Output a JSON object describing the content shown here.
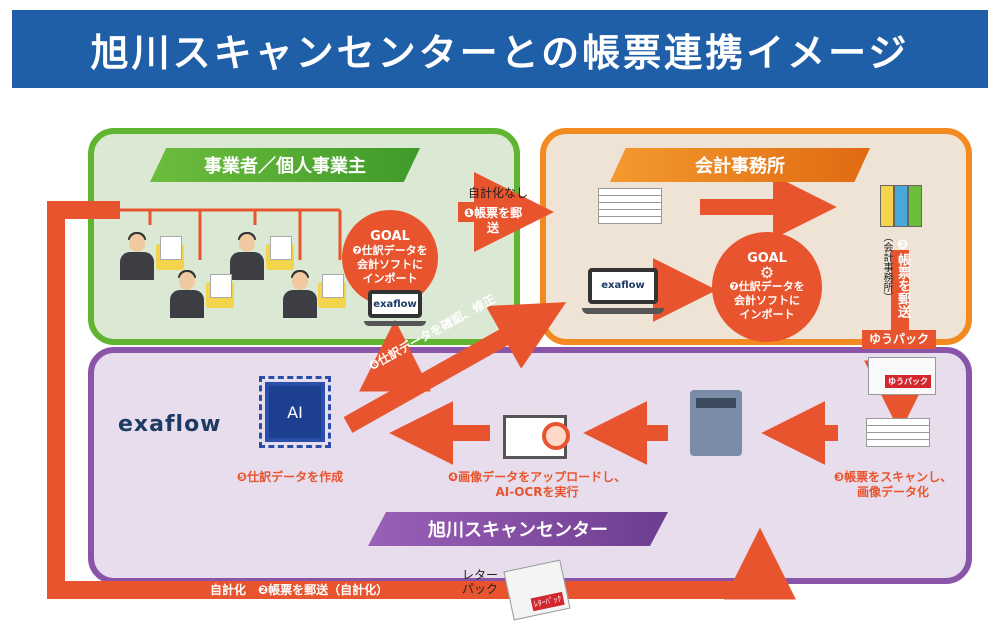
{
  "title": "旭川スキャンセンターとの帳票連携イメージ",
  "business": {
    "banner": "事業者／個人事業主"
  },
  "accounting": {
    "banner": "会計事務所"
  },
  "scan": {
    "banner": "旭川スキャンセンター"
  },
  "goal_business": {
    "goal": "GOAL",
    "line1": "❼仕訳データを",
    "line2": "会計ソフトに",
    "line3": "インポート"
  },
  "goal_accounting": {
    "goal": "GOAL",
    "line1": "❼仕訳データを",
    "line2": "会計ソフトに",
    "line3": "インポート"
  },
  "laptop_brand": "exaflow",
  "brand_logo": "exaflow",
  "ai_chip": "AI",
  "labels": {
    "no_auto_line1": "自計化なし",
    "no_auto_line2": "❶帳票を郵送",
    "step2_vertical": "❷帳票を郵送",
    "step2_sub": "（会計事務所）",
    "yupack": "ゆうパック",
    "yupack_tag": "ゆうパック",
    "step3_line1": "❸帳票をスキャンし、",
    "step3_line2": "画像データ化",
    "step4_line1": "❹画像データをアップロードし、",
    "step4_line2": "AI-OCRを実行",
    "step5": "❺仕訳データを作成",
    "step6": "❻仕訳データを確認、修正",
    "bottom_auto": "自計化　❷帳票を郵送（自計化）",
    "letterpack_line1": "レター",
    "letterpack_line2": "パック",
    "letterpack_tag": "ﾚﾀｰﾊﾟｯｸ"
  },
  "colors": {
    "title_bg": "#1f5fa8",
    "green": "#5fb52f",
    "orange": "#f28a20",
    "purple": "#8a55a8",
    "arrow_red": "#e8542e"
  }
}
